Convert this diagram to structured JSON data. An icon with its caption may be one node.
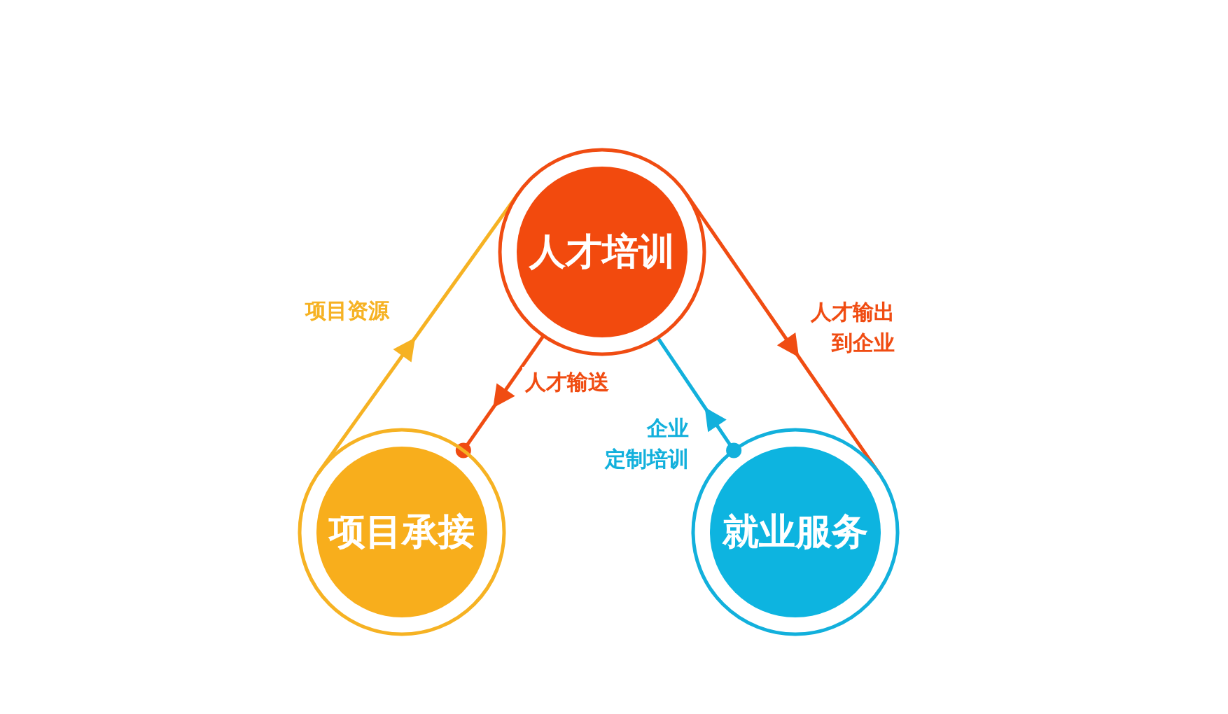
{
  "diagram": {
    "nodes": [
      {
        "text": [
          "人才培训"
        ]
      },
      {
        "text": [
          "项目承接"
        ]
      },
      {
        "text": [
          "就业服务"
        ]
      }
    ],
    "edges": [
      {
        "from": 1,
        "to": 0,
        "arrow": "to",
        "label": "项目资源",
        "color": "#f6b223"
      },
      {
        "from": 0,
        "to": 1,
        "arrow": "to",
        "label": "人才输送",
        "color": "#f04c12"
      },
      {
        "from": 2,
        "to": 0,
        "arrow": "to",
        "label": "企业定制培训",
        "color": "#12b0dc"
      },
      {
        "from": 0,
        "to": 2,
        "arrow": "to",
        "label": "人才输出到企业",
        "color": "#f04c12"
      }
    ]
  }
}
